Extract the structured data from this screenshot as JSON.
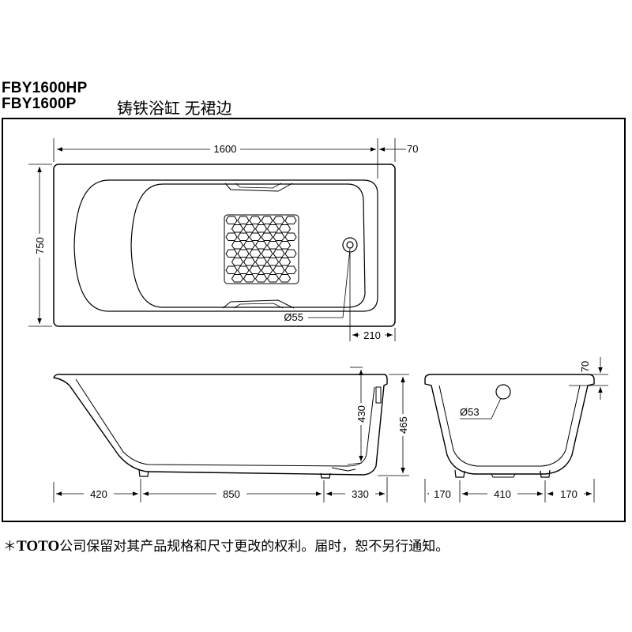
{
  "header": {
    "model_line_1": "FBY1600HP",
    "model_line_2": "FBY1600P",
    "subtitle": "铸铁浴缸  无裙边"
  },
  "dimensions": {
    "top_length": "1600",
    "top_rim": "70",
    "top_width": "750",
    "drain_diameter": "Ø55",
    "drain_offset": "210",
    "side_inner_depth": "430",
    "side_total_height": "465",
    "side_left": "420",
    "side_bottom": "850",
    "side_right": "330",
    "end_rim": "70",
    "overflow_diameter": "Ø53",
    "end_left": "170",
    "end_middle": "410",
    "end_right": "170"
  },
  "footer": {
    "asterisk": "＊",
    "brand": "TOTO",
    "text": "公司保留对其产品规格和尺寸更改的权利。届时，恕不另行通知。"
  },
  "colors": {
    "line": "#000000",
    "background": "#ffffff"
  }
}
